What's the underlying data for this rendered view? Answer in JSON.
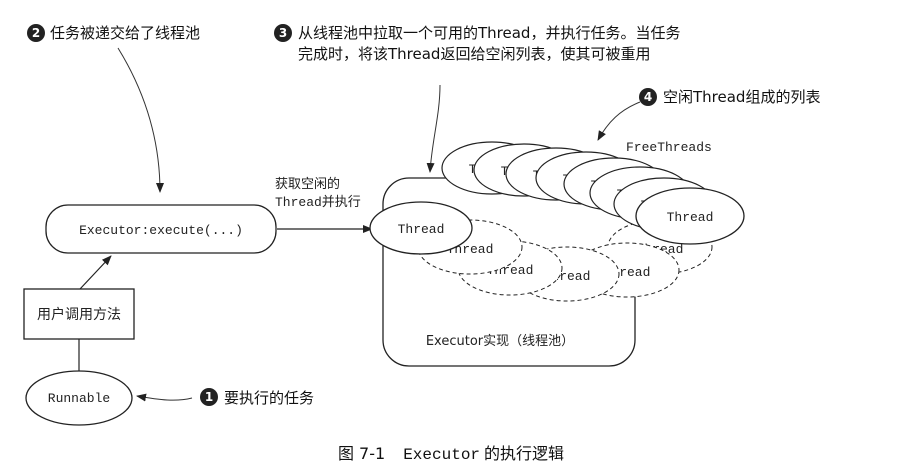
{
  "annotations": {
    "a2": {
      "num": "2",
      "text": "任务被递交给了线程池"
    },
    "a3": {
      "num": "3",
      "line1": "从线程池中拉取一个可用的Thread，并执行任务。当任务",
      "line2": "完成时，将该Thread返回给空闲列表，使其可被重用"
    },
    "a4": {
      "num": "4",
      "text": "空闲Thread组成的列表"
    },
    "a1": {
      "num": "1",
      "text": "要执行的任务"
    }
  },
  "nodes": {
    "executor_call": "Executor:execute(...)",
    "user_method": "用户调用方法",
    "runnable": "Runnable",
    "thread_main": "Thread",
    "pool_label": "Executor实现（线程池）",
    "free_threads": "FreeThreads",
    "thread_label": "Thread",
    "dashed_thread": "Thread"
  },
  "edge_label": {
    "line1": "获取空闲的",
    "line2": "Thread并执行"
  },
  "caption": {
    "prefix": "图 7-1",
    "code": "Executor",
    "suffix": " 的执行逻辑"
  }
}
